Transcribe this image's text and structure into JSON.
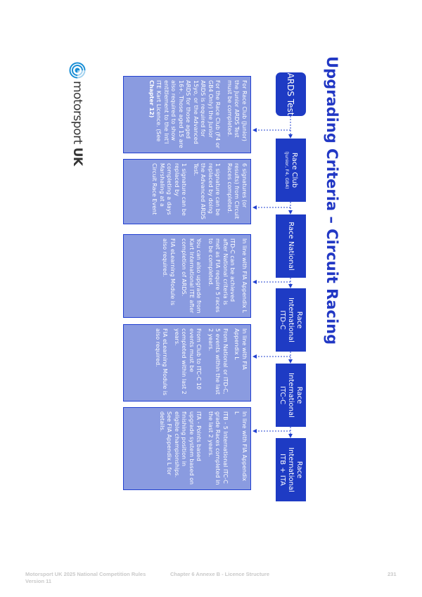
{
  "title": "Upgrading Criteria – Circuit Racing",
  "stages": [
    {
      "label": "ARDS Test",
      "sub": ""
    },
    {
      "label": "Race Club",
      "sub": "(Junior, F4, GB4)"
    },
    {
      "label": "Race National",
      "sub": ""
    },
    {
      "label": "Race International ITD-C",
      "sub": ""
    },
    {
      "label": "Race International ITC-C",
      "sub": ""
    },
    {
      "label": "Race International ITB + ITA",
      "sub": ""
    }
  ],
  "descriptions": [
    [
      "For Race Club (Junior) the Junior ARDS Test must be completed.",
      "For the Race Club (F4 or GB4 Only) the Junior ARDS is required for 15yo, or the Advanced ARDS for those aged 16+. Those aged 15 are also required to show entitlement to the Int'l ITE Kart Licence. (See",
      "Chapter 12)"
    ],
    [
      "6 signatures (or results) from Circuit Races completed.",
      "1 signature can be replaced by doing the Advanced ARDS Test.",
      "1 signature can be replaced by completing a days Marshaling at a Circuit Race Event"
    ],
    [
      "In line with FIA Appendix L",
      "ITD-C can be achieved after National criteria is met as FIA require 5 races to be completed.",
      "You can also upgrade from Kart International ITE after completion of ARDS.",
      "FIA eLearning Module is also required."
    ],
    [
      "In line with FIA Appendix L",
      "From National or ITD-C, 5 events within the last 2 years.",
      "From Club to ITC-C 10 events must be completed within last 2 years.",
      "FIA eLearning Module is also required."
    ],
    [
      "In line with FIA Appendix L",
      "ITB - 5 International ITC-C grade Races completed in the last 2 years.",
      "ITA - Points based upgrade system based on finishing position in eligible championships. See FIA Appendix L for details."
    ]
  ],
  "logo": {
    "text": "motorsport UK"
  },
  "footer": {
    "left_line1": "Motorsport UK 2025 National Competition Rules",
    "left_line2": "Version 11",
    "center": "Chapter 6 Annexe B - Licence Structure",
    "page": "231"
  },
  "colors": {
    "stage": "#1e3bc4",
    "description": "#8a9be0",
    "title": "#2137c4"
  }
}
